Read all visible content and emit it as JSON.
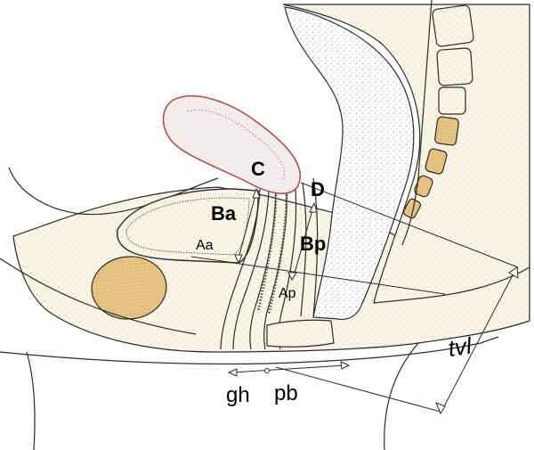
{
  "labels": {
    "c": "C",
    "d": "D",
    "ba": "Ba",
    "bp": "Bp",
    "aa": "Aa",
    "ap": "Ap",
    "gh": "gh",
    "pb": "pb",
    "tvl": "tvl"
  },
  "colors": {
    "outline": "#2b2b2b",
    "tissue_fill": "#f7f3e6",
    "speckle_tan": "#d9b97a",
    "organ_speckle": "#c9b9bd",
    "uterus_outline": "#b8463f",
    "uterus_fill": "#efe7e7",
    "vertebra_fill": "#e6c98c"
  }
}
